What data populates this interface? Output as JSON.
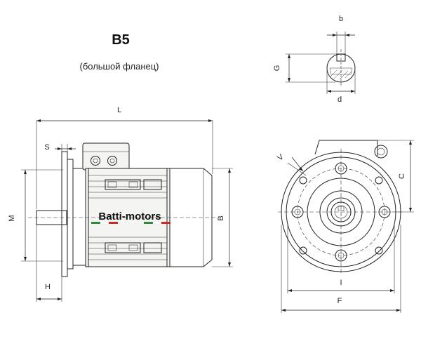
{
  "header": {
    "title": "B5",
    "subtitle": "(большой фланец)"
  },
  "brand": {
    "name": "Batti-motors",
    "flag_colors": [
      "#2e8b3d",
      "#ffffff",
      "#cc2a2a"
    ]
  },
  "dimensions": {
    "L": "L",
    "S": "S",
    "M": "M",
    "H": "H",
    "B": "B",
    "b": "b",
    "G": "G",
    "d": "d",
    "V": "V",
    "C": "C",
    "I": "I",
    "F": "F"
  }
}
